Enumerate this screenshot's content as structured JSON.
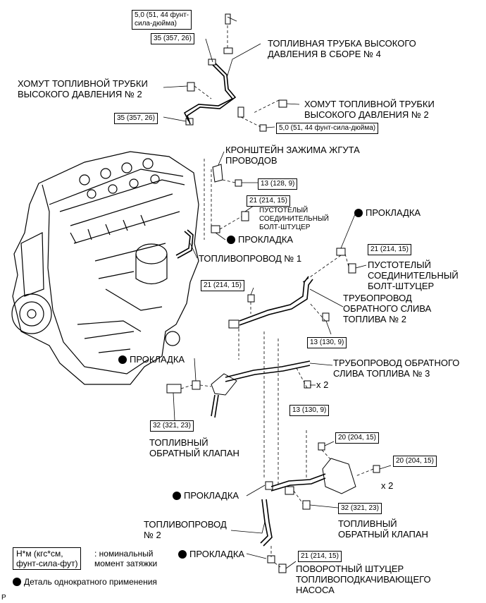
{
  "labels": {
    "torque_top": "5,0 (51, 44 фунт-\nсила-дюйма)",
    "torque_35a": "35 (357, 26)",
    "torque_35b": "35 (357, 26)",
    "torque_5_bottom": "5,0 (51, 44 фунт-сила-дюйма)",
    "hp_pipe_4": "ТОПЛИВНАЯ ТРУБКА ВЫСОКОГО\nДАВЛЕНИЯ В СБОРЕ № 4",
    "clamp_left": "ХОМУТ ТОПЛИВНОЙ ТРУБКИ\nВЫСОКОГО ДАВЛЕНИЯ № 2",
    "clamp_right": "ХОМУТ ТОПЛИВНОЙ ТРУБКИ\nВЫСОКОГО ДАВЛЕНИЯ № 2",
    "harness_bracket": "КРОНШТЕЙН ЗАЖИМА ЖГУТА\nПРОВОДОВ",
    "torque_13_128": "13 (128, 9)",
    "torque_21_a": "21 (214, 15)",
    "hollow_bolt_a": "ПУСТОТЕЛЫЙ\nСОЕДИНИТЕЛЬНЫЙ\nБОЛТ-ШТУЦЕР",
    "gasket_a": "ПРОКЛАДКА",
    "fuel_pipe_1": "ТОПЛИВОПРОВОД № 1",
    "gasket_b": "ПРОКЛАДКА",
    "torque_21_b": "21 (214, 15)",
    "hollow_bolt_b": "ПУСТОТЕЛЫЙ\nСОЕДИНИТЕЛЬНЫЙ\nБОЛТ-ШТУЦЕР",
    "torque_21_c": "21 (214, 15)",
    "return_pipe_2": "ТРУБОПРОВОД\nОБРАТНОГО СЛИВА\nТОПЛИВА № 2",
    "torque_13_130_a": "13 (130, 9)",
    "gasket_c": "ПРОКЛАДКА",
    "return_pipe_3": "ТРУБОПРОВОД ОБРАТНОГО\nСЛИВА ТОПЛИВА № 3",
    "x2_a": "x 2",
    "torque_13_130_b": "13 (130, 9)",
    "torque_32_a": "32 (321, 23)",
    "check_valve_a": "ТОПЛИВНЫЙ\nОБРАТНЫЙ КЛАПАН",
    "torque_20_a": "20 (204, 15)",
    "torque_20_b": "20 (204, 15)",
    "x2_b": "x 2",
    "gasket_d": "ПРОКЛАДКА",
    "torque_32_b": "32 (321, 23)",
    "check_valve_b": "ТОПЛИВНЫЙ\nОБРАТНЫЙ КЛАПАН",
    "fuel_pipe_2": "ТОПЛИВОПРОВОД\n№ 2",
    "gasket_e": "ПРОКЛАДКА",
    "torque_21_d": "21 (214, 15)",
    "union_pump": "ПОВОРОТНЫЙ ШТУЦЕР\nТОПЛИВОПОДКАЧИВАЮЩЕГО\nНАСОСА"
  },
  "legend": {
    "unit_box": "Н*м (кгс*см,\nфунт-сила-фут)",
    "unit_text": ": номинальный\nмомент затяжки",
    "one_time": "Деталь однократного применения",
    "corner": "P"
  }
}
